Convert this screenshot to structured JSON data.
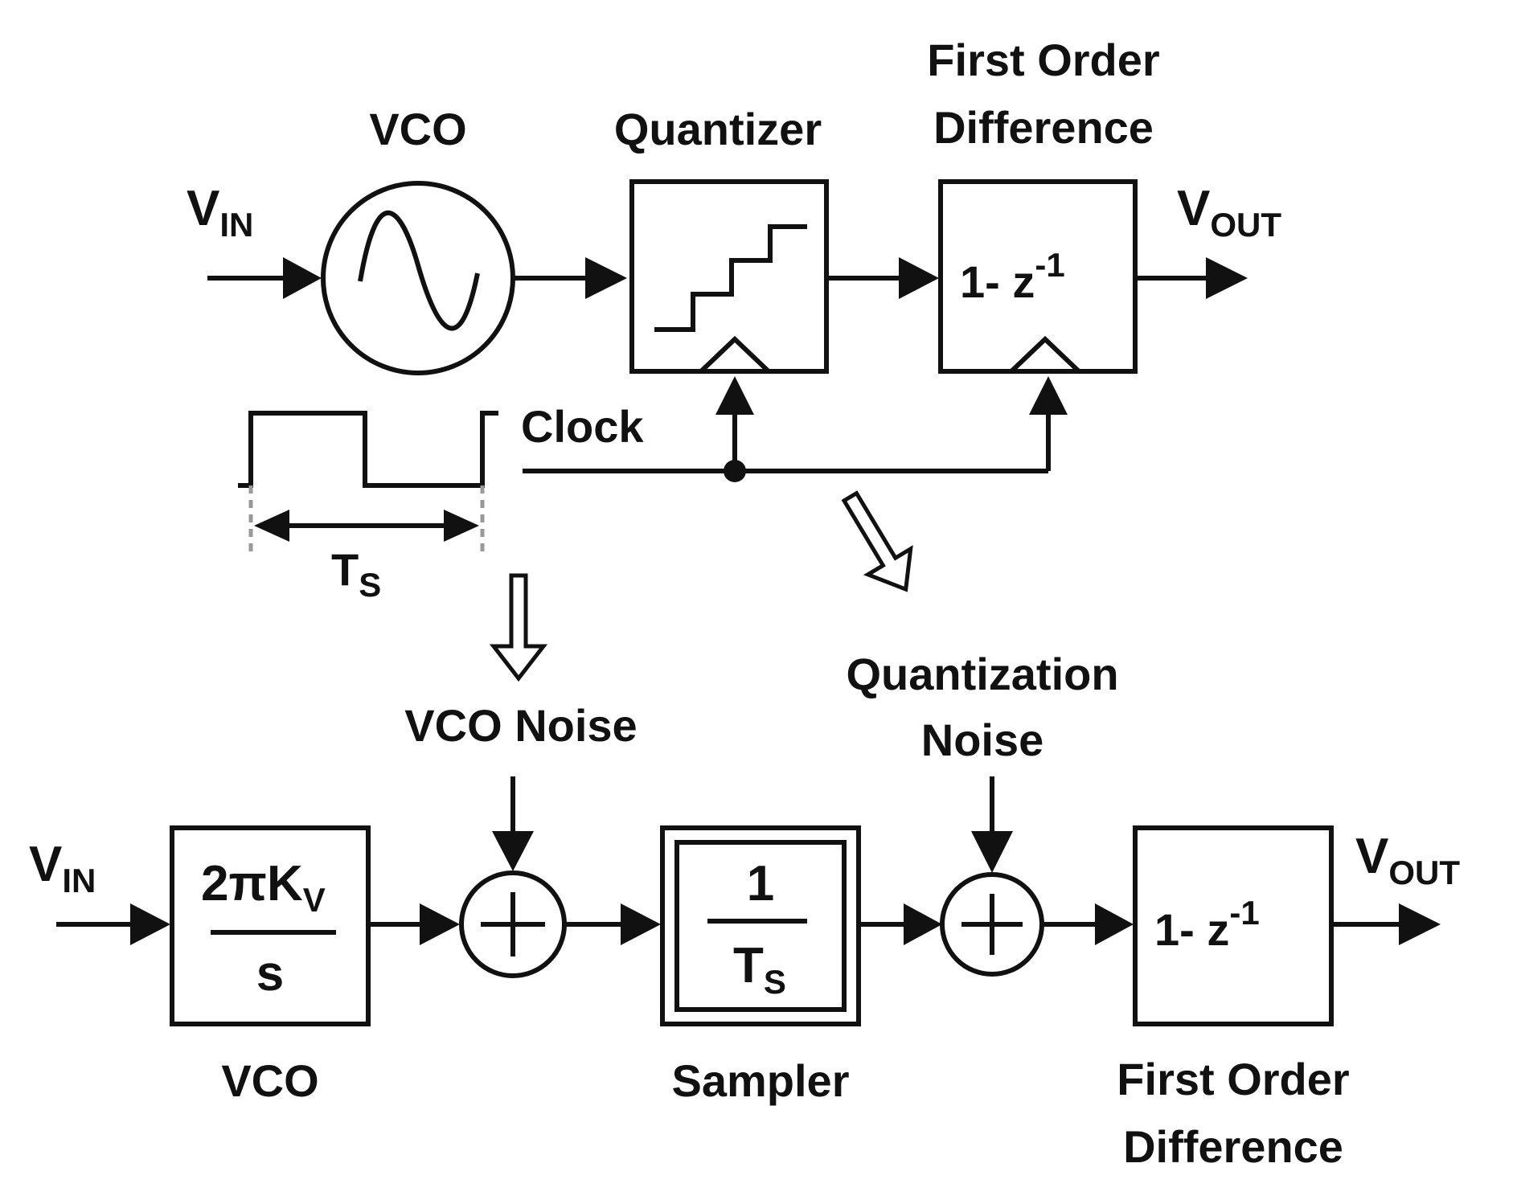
{
  "top": {
    "input": {
      "main": "V",
      "sub": "IN"
    },
    "output": {
      "main": "V",
      "sub": "OUT"
    },
    "vco_label": "VCO",
    "quantizer_label": "Quantizer",
    "difference_label_line1": "First Order",
    "difference_label_line2": "Difference",
    "difference_function": {
      "main": "1- z",
      "sup": "-1"
    },
    "clock_label": "Clock",
    "period_label": {
      "main": "T",
      "sub": "S"
    }
  },
  "bottom": {
    "input": {
      "main": "V",
      "sub": "IN"
    },
    "output": {
      "main": "V",
      "sub": "OUT"
    },
    "vco_numerator": {
      "main": "2πK",
      "sub": "V"
    },
    "vco_denominator": "s",
    "vco_label": "VCO",
    "vco_noise_label": "VCO Noise",
    "quant_noise_line1": "Quantization",
    "quant_noise_line2": "Noise",
    "sampler_numerator": "1",
    "sampler_denominator": {
      "main": "T",
      "sub": "S"
    },
    "sampler_label": "Sampler",
    "difference_function": {
      "main": "1- z",
      "sup": "-1"
    },
    "difference_label_line1": "First Order",
    "difference_label_line2": "Difference"
  },
  "icons": {
    "vco": "sine-wave-in-circle-icon",
    "quantizer": "staircase-icon",
    "clock_input": "clock-edge-triangle-icon",
    "summer": "plus-in-circle-icon",
    "transform_arrow": "double-line-arrow-icon"
  }
}
